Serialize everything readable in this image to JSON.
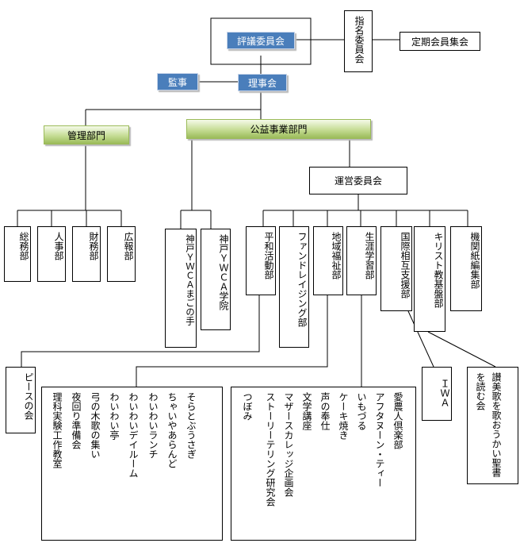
{
  "top": {
    "council": "評議委員会",
    "nomination": "指名委員会",
    "general_meeting": "定期会員集会",
    "auditor": "監事",
    "board": "理事会"
  },
  "divisions": {
    "admin": "管理部門",
    "public": "公益事業部門",
    "steering": "運営委員会"
  },
  "admin_depts": [
    "総務部",
    "人事部",
    "財務部",
    "広報部"
  ],
  "ywca": [
    "神戸ＹＷＣＡまごの手",
    "神戸ＹＷＣＡ学院"
  ],
  "committees": [
    "平和活動部",
    "ファンドレイジング部",
    "地域福祉部",
    "生涯学習部",
    "国際相互支援部",
    "キリスト教基盤部",
    "機関紙編集部"
  ],
  "peace_group": "ピースの会",
  "welfare_groups": [
    "そらとぶうさぎ",
    "ちゃいやあらんど",
    "わいわいランチ",
    "わいわいデイルーム",
    "わいわい亭",
    "弓の木歌の集い",
    "夜回り準備会",
    "理科実験工作教室"
  ],
  "learning_groups": [
    "愛農人倶楽部",
    "アフタヌーン・ティー",
    "いもづる",
    "ケーキ焼き",
    "声の奉仕",
    "文学講座",
    "マザースカレッジ企画会",
    "ストーリーテリング研究会",
    "つぼみ"
  ],
  "iwa": "ＩＷＡ",
  "bible_group": "讃美歌を歌おうかい聖書を読む会"
}
